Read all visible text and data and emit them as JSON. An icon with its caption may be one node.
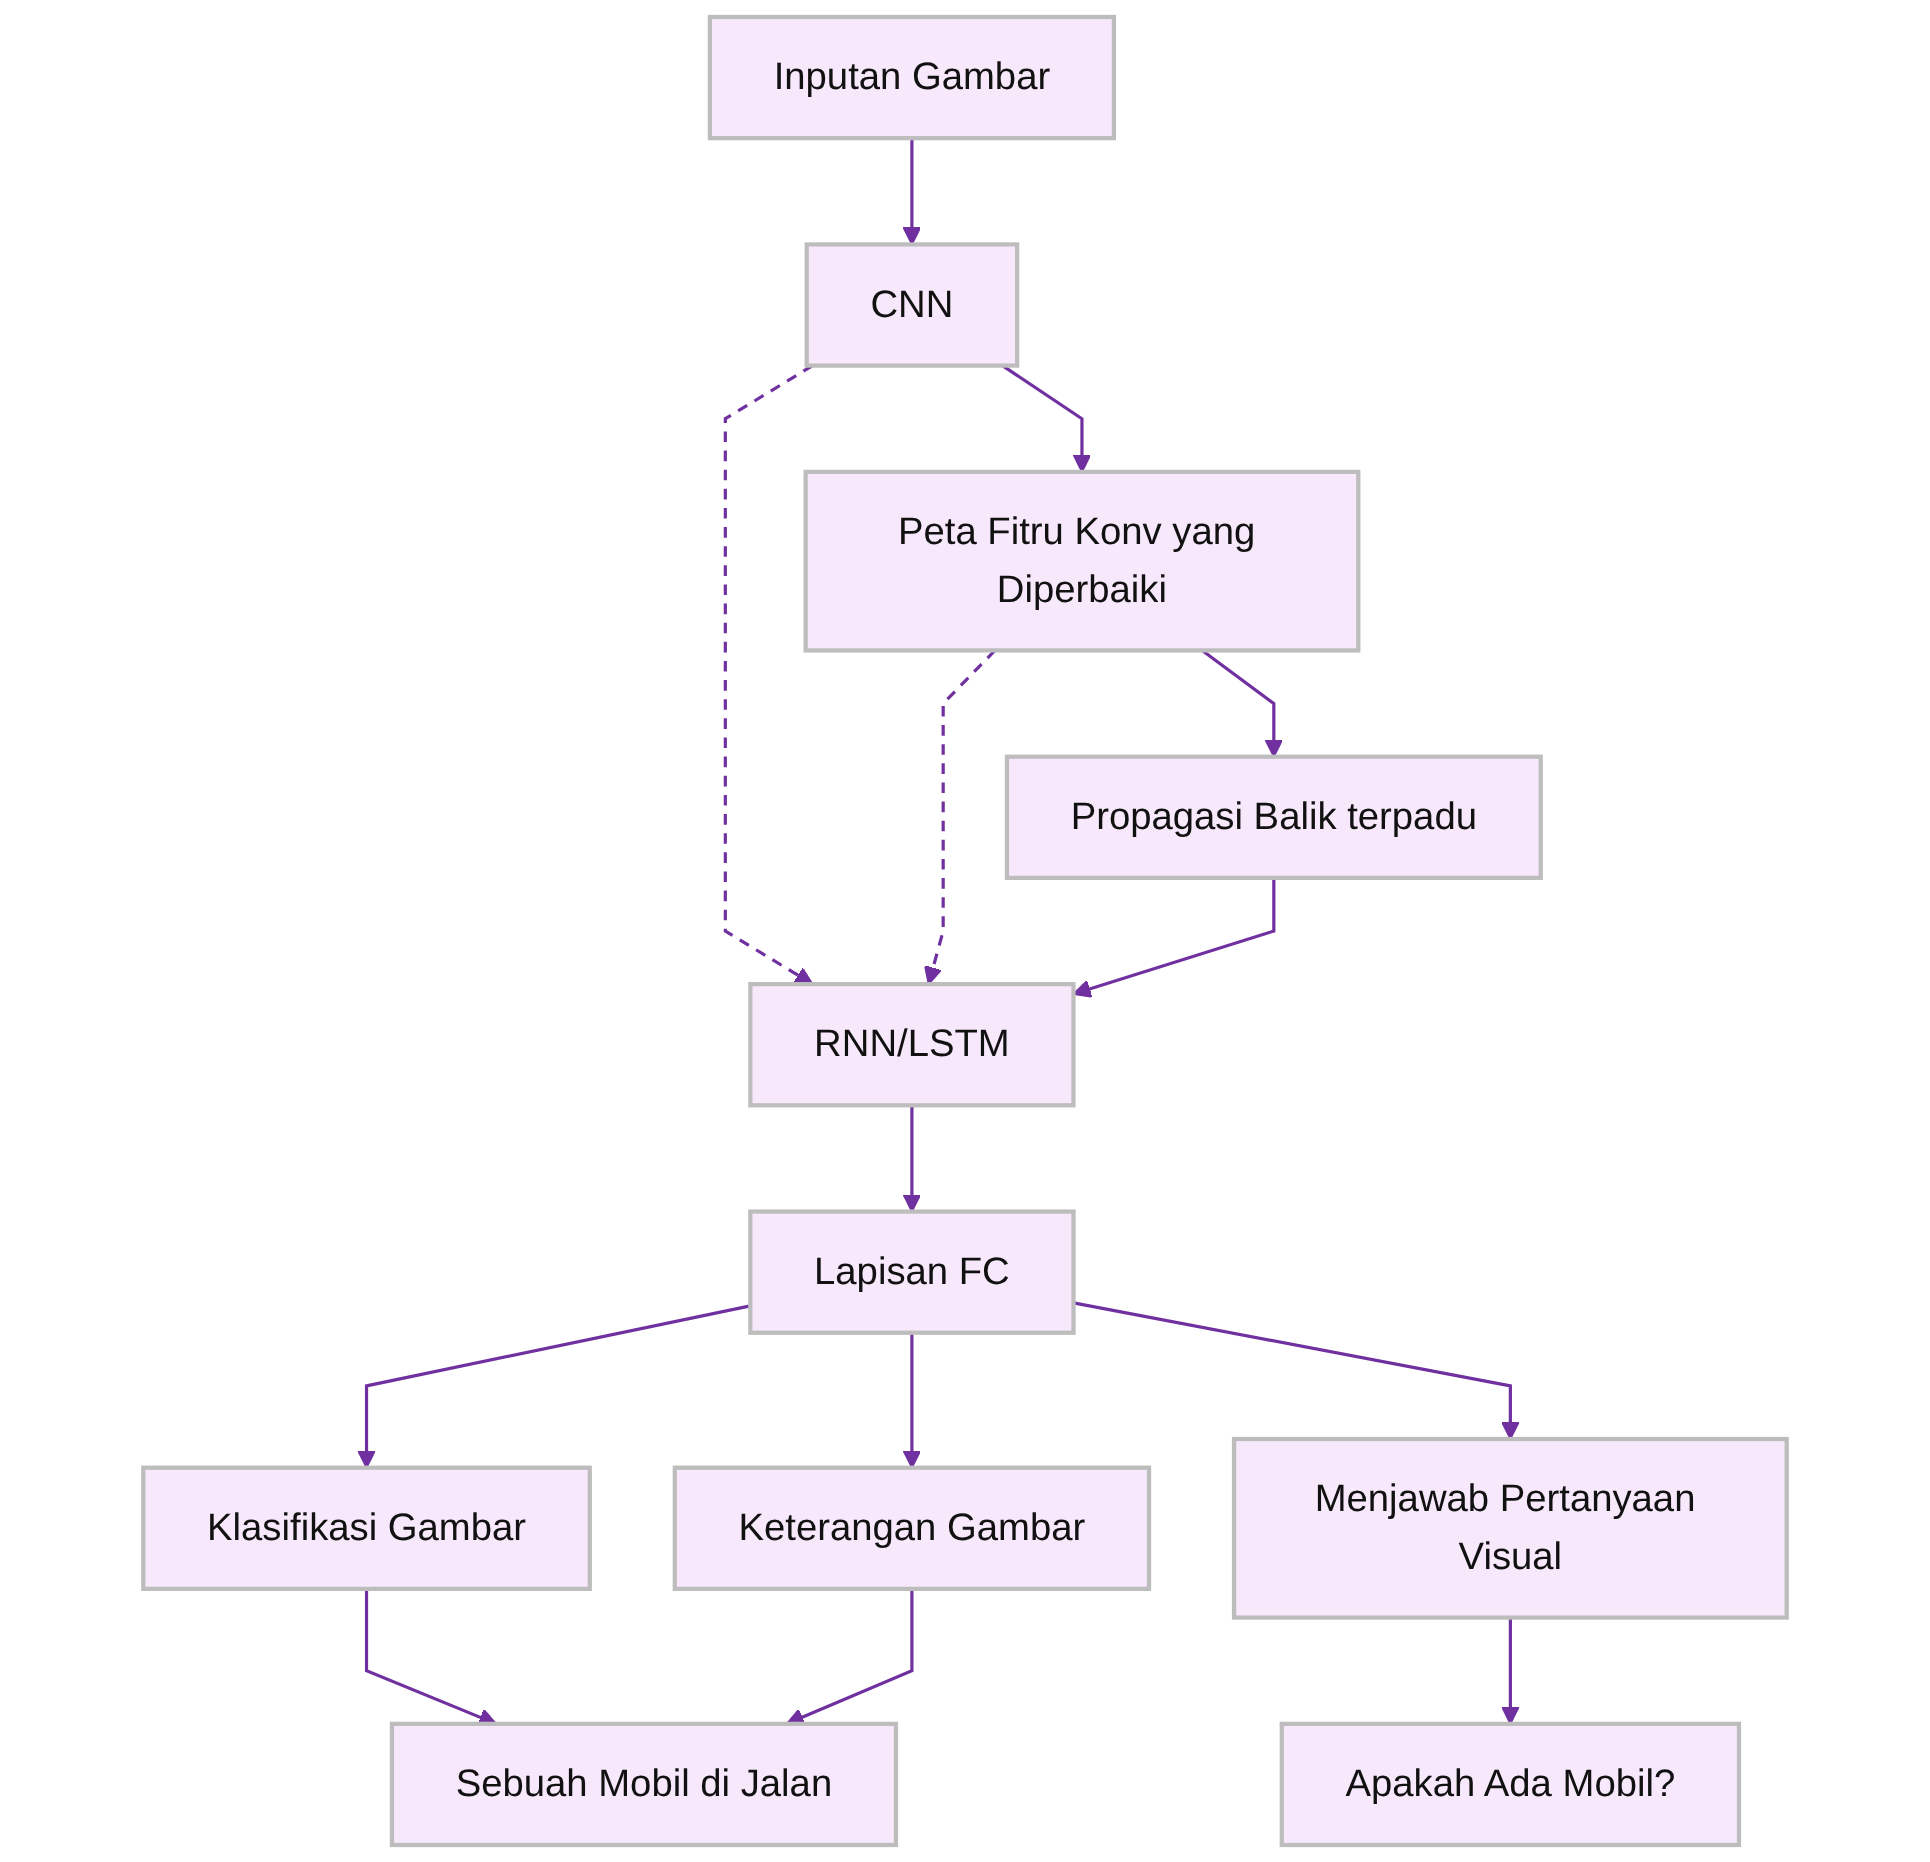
{
  "diagram": {
    "nodes": [
      {
        "text": [
          "Inputan Gambar"
        ]
      },
      {
        "text": [
          "CNN"
        ]
      },
      {
        "text": [
          "Peta Fitru Konv yang Diperbaiki"
        ]
      },
      {
        "text": [
          "Propagasi Balik terpadu"
        ]
      },
      {
        "text": [
          "RNN/LSTM"
        ]
      },
      {
        "text": [
          "Lapisan FC"
        ]
      },
      {
        "text": [
          "Klasifikasi Gambar"
        ]
      },
      {
        "text": [
          "Keterangan Gambar"
        ]
      },
      {
        "text": [
          "Menjawab Pertanyaan Visual"
        ]
      },
      {
        "text": [
          "Sebuah Mobil di Jalan"
        ]
      },
      {
        "text": [
          "Apakah Ada Mobil?"
        ]
      }
    ],
    "edges": [
      {
        "from": 0,
        "to": 1,
        "arrow": "to"
      },
      {
        "from": 1,
        "to": 2,
        "arrow": "to"
      },
      {
        "from": 1,
        "to": 4,
        "arrow": "to",
        "style": "dashed"
      },
      {
        "from": 2,
        "to": 3,
        "arrow": "to"
      },
      {
        "from": 2,
        "to": 4,
        "arrow": "to",
        "style": "dashed"
      },
      {
        "from": 3,
        "to": 4,
        "arrow": "to"
      },
      {
        "from": 4,
        "to": 5,
        "arrow": "to"
      },
      {
        "from": 5,
        "to": 6,
        "arrow": "to"
      },
      {
        "from": 5,
        "to": 7,
        "arrow": "to"
      },
      {
        "from": 5,
        "to": 8,
        "arrow": "to"
      },
      {
        "from": 6,
        "to": 9,
        "arrow": "to"
      },
      {
        "from": 7,
        "to": 9,
        "arrow": "to"
      },
      {
        "from": 8,
        "to": 10,
        "arrow": "to"
      }
    ]
  }
}
